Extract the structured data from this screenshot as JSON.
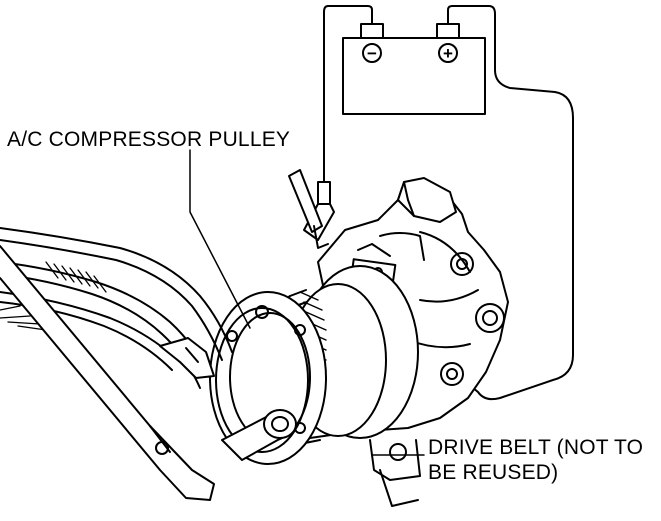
{
  "labels": {
    "pulley": "A/C COMPRESSOR PULLEY",
    "belt_line1": "DRIVE BELT (NOT TO",
    "belt_line2": "BE REUSED)"
  },
  "battery": {
    "negative_symbol": "−",
    "positive_symbol": "+"
  },
  "colors": {
    "line": "#000000",
    "background": "#ffffff"
  }
}
